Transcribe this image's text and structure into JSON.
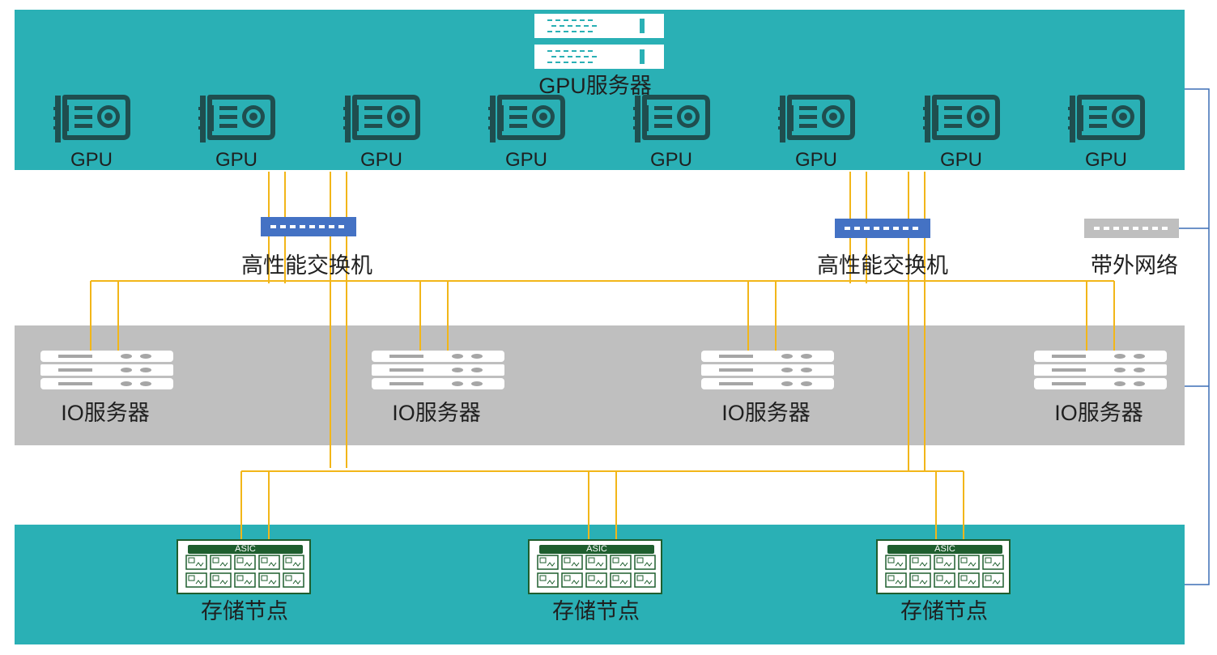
{
  "gpu_server": {
    "label": "GPU服务器",
    "gpus": [
      "GPU",
      "GPU",
      "GPU",
      "GPU",
      "GPU",
      "GPU",
      "GPU",
      "GPU"
    ]
  },
  "switches": [
    {
      "label": "高性能交换机"
    },
    {
      "label": "高性能交换机"
    }
  ],
  "oob_network": {
    "label": "带外网络"
  },
  "io_servers": [
    "IO服务器",
    "IO服务器",
    "IO服务器",
    "IO服务器"
  ],
  "storage_nodes": [
    {
      "label": "存储节点",
      "chip": "ASIC"
    },
    {
      "label": "存储节点",
      "chip": "ASIC"
    },
    {
      "label": "存储节点",
      "chip": "ASIC"
    }
  ],
  "colors": {
    "teal_band": "#2ab0b5",
    "gray_band": "#bfbfbf",
    "wire": "#f2b619",
    "oob_wire": "#3d6fb6",
    "switch": "#4472c4",
    "oob_switch": "#bfbfbf",
    "icon_dark": "#1f4e4f",
    "asic_green": "#1e5e2e"
  }
}
